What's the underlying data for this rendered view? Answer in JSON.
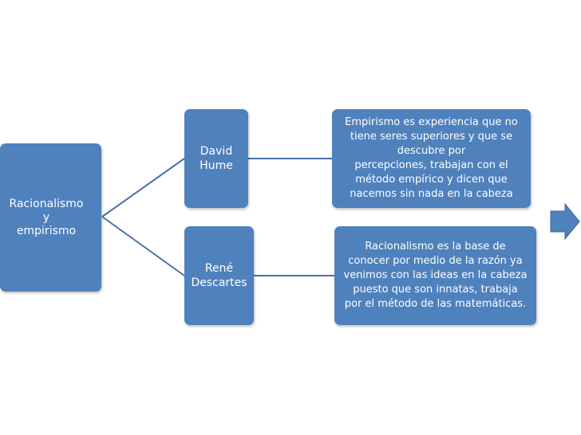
{
  "root": {
    "label": "Racionalismo y\nempirismo"
  },
  "philosophers": [
    {
      "name": "David\nHume",
      "description": "Empirismo es experiencia que no\ntiene seres superiores y que se\ndescubre por\npercepciones, trabajan con el\nmétodo empírico y dicen que\nnacemos sin nada en la cabeza"
    },
    {
      "name": "René\nDescartes",
      "description": "Racionalismo es la base de\nconocer por medio de la razón ya\nvenimos con las ideas en la cabeza\npuesto que son innatas, trabaja\npor el método de las matemáticas."
    }
  ],
  "colors": {
    "box_fill": "#4f81bd",
    "box_text": "#ffffff",
    "connector": "#4a6fa5",
    "arrow_fill": "#4f81bd"
  },
  "icons": {
    "next": "right-arrow-icon"
  }
}
